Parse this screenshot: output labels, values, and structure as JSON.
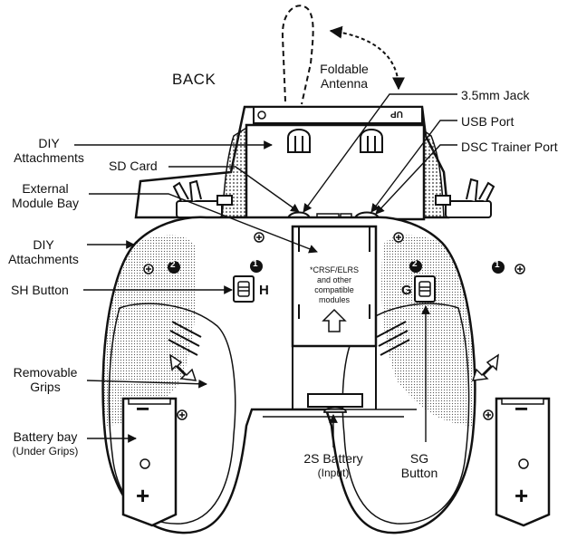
{
  "view_title": "BACK",
  "callouts": {
    "foldable_antenna": [
      "Foldable",
      "Antenna"
    ],
    "jack_35": "3.5mm Jack",
    "usb_port": "USB Port",
    "dsc_trainer_port": "DSC Trainer Port",
    "diy_attachments_top": [
      "DIY",
      "Attachments"
    ],
    "sd_card": "SD Card",
    "external_module_bay": [
      "External",
      "Module Bay"
    ],
    "diy_attachments_side": [
      "DIY",
      "Attachments"
    ],
    "sh_button": "SH Button",
    "removable_grips": [
      "Removable",
      "Grips"
    ],
    "battery_bay": [
      "Battery bay",
      "(Under Grips)"
    ],
    "battery_2s": [
      "2S Battery",
      "(Input)"
    ],
    "sg_button": [
      "SG",
      "Button"
    ]
  },
  "module_note": [
    "*CRSF/ELRS",
    "and other",
    "compatible",
    "modules"
  ],
  "up_marker": "UP",
  "button_letters": {
    "left": "H",
    "right": "G"
  },
  "position_badges": [
    "1",
    "2"
  ],
  "battery_signs": {
    "minus": "−",
    "plus": "+"
  },
  "colors": {
    "ink": "#111111",
    "background": "#ffffff",
    "stipple": "#2a2a2a"
  }
}
